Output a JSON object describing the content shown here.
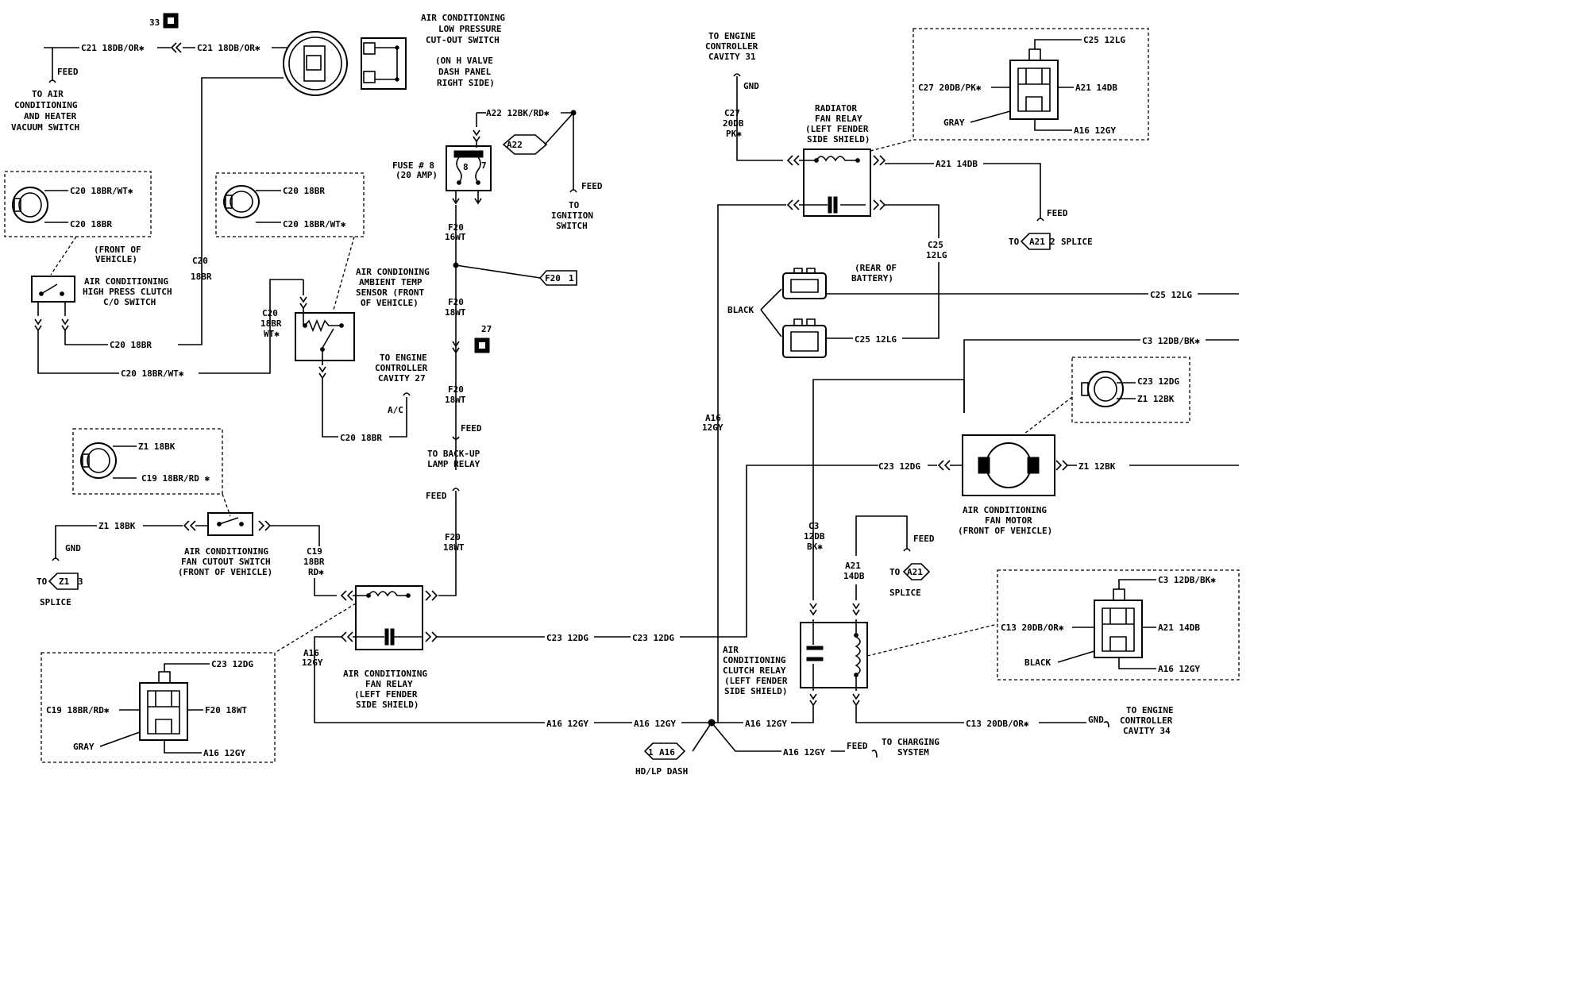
{
  "labels": {
    "ref_33": "33",
    "c21_wire_a": "C21 18DB/OR✱",
    "c21_wire_b": "C21 18DB/OR✱",
    "feed_top_left": "FEED",
    "vac_switch_1": "TO AIR",
    "vac_switch_2": "CONDITIONING",
    "vac_switch_3": "AND HEATER",
    "vac_switch_4": "VACUUM SWITCH",
    "lp_switch_1": "AIR CONDITIONING",
    "lp_switch_2": "LOW PRESSURE",
    "lp_switch_3": "CUT-OUT SWITCH",
    "lp_loc_1": "(ON H VALVE",
    "lp_loc_2": "DASH PANEL",
    "lp_loc_3": "RIGHT SIDE)",
    "hp_conn_c20a": "C20 18BR/WT✱",
    "hp_conn_c20b": "C20 18BR",
    "front_veh_1": "(FRONT OF",
    "front_veh_2": "VEHICLE)",
    "hp_switch_1": "AIR CONDITIONING",
    "hp_switch_2": "HIGH PRESS CLUTCH",
    "hp_switch_3": "C/O SWITCH",
    "c20_v1": "C20",
    "c20_v2": "18BR",
    "c20_bottom_a": "C20 18BR",
    "c20_bottom_b": "C20 18BR/WT✱",
    "amb_conn_c20a": "C20 18BR",
    "amb_conn_c20b": "C20 18BR/WT✱",
    "c20_ambient_1": "C20",
    "c20_ambient_2": "18BR",
    "c20_ambient_3": "WT✱",
    "amb_1": "AIR CONDIONING",
    "amb_2": "AMBIENT TEMP",
    "amb_3": "SENSOR (FRONT",
    "amb_4": "OF VEHICLE)",
    "c20_to_ecu": "C20 18BR",
    "ecu27_1": "TO ENGINE",
    "ecu27_2": "CONTROLLER",
    "ecu27_3": "CAVITY 27",
    "ac_label": "A/C",
    "a22_wire": "A22 12BK/RD✱",
    "a22_diamond": "A22",
    "fuse_1": "FUSE # 8",
    "fuse_2": "(20 AMP)",
    "fuse_pin8": "8",
    "fuse_pin7": "7",
    "feed_ign": "FEED",
    "ign_1": "TO",
    "ign_2": "IGNITION",
    "ign_3": "SWITCH",
    "f20_a1": "F20",
    "f20_a2": "16WT",
    "f20_diamond": "F20",
    "f20_diamond_n": "1",
    "f20_b1": "F20",
    "f20_b2": "18WT",
    "ref_27": "27",
    "f20_c1": "F20",
    "f20_c2": "18WT",
    "feed_backup": "FEED",
    "backup_1": "TO BACK-UP",
    "backup_2": "LAMP RELAY",
    "feed_mid": "FEED",
    "f20_d1": "F20",
    "f20_d2": "18WT",
    "fc_conn_z1": "Z1 18BK",
    "fc_conn_c19": "C19 18BR/RD ✱",
    "z1_wire": "Z1 18BK",
    "gnd_left": "GND",
    "splice_to": "TO",
    "z1_diamond": "Z1",
    "z1_diamond_n": "3",
    "splice_word": "SPLICE",
    "fcs_1": "AIR CONDITIONING",
    "fcs_2": "FAN CUTOUT SWITCH",
    "fcs_3": "(FRONT OF VEHICLE)",
    "c19_1": "C19",
    "c19_2": "18BR",
    "c19_3": "RD✱",
    "a16_v1": "A16",
    "a16_v2": "12GY",
    "acfr_1": "AIR CONDITIONING",
    "acfr_2": "FAN RELAY",
    "acfr_3": "(LEFT FENDER",
    "acfr_4": "SIDE SHIELD)",
    "c23_wire_a": "C23 12DG",
    "c23_wire_b": "C23 12DG",
    "a16_bot_a": "A16 12GY",
    "a16_bot_b": "A16 12GY",
    "blc_c23": "C23 12DG",
    "blc_c19": "C19 18BR/RD✱",
    "blc_f20": "F20 18WT",
    "blc_gray": "GRAY",
    "blc_a16": "A16 12GY",
    "ecu31_1": "TO ENGINE",
    "ecu31_2": "CONTROLLER",
    "ecu31_3": "CAVITY 31",
    "gnd_31": "GND",
    "c27_1": "C27",
    "c27_2": "20DB",
    "c27_3": "PK✱",
    "rfr_1": "RADIATOR",
    "rfr_2": "FAN RELAY",
    "rfr_3": "(LEFT FENDER",
    "rfr_4": "SIDE SHIELD)",
    "a21_wire": "A21 14DB",
    "feed_a21": "FEED",
    "splice_to2": "TO",
    "a21_diamond": "A21",
    "a21_diamond_n": "2",
    "splice_word2": "SPLICE",
    "trc_c25": "C25 12LG",
    "trc_c27": "C27 20DB/PK✱",
    "trc_a21": "A21 14DB",
    "trc_gray": "GRAY",
    "trc_a16": "A16 12GY",
    "c25_v1": "C25",
    "c25_v2": "12LG",
    "rear_batt_1": "(REAR OF",
    "rear_batt_2": "BATTERY)",
    "black_conn": "BLACK",
    "c25_right": "C25 12LG",
    "c25_mid": "C25 12LG",
    "c3_right": "C3 12DB/BK✱",
    "a16_v3": "A16",
    "a16_v4": "12GY",
    "fm_conn_c23": "C23 12DG",
    "fm_conn_z1": "Z1 12BK",
    "c23_fan": "C23 12DG",
    "z1_fan": "Z1 12BK",
    "fm_1": "AIR CONDITIONING",
    "fm_2": "FAN MOTOR",
    "fm_3": "(FRONT OF VEHICLE)",
    "c3_v1": "C3",
    "c3_v2": "12DB",
    "c3_v3": "BK✱",
    "a21_v1": "A21",
    "a21_v2": "14DB",
    "feed_clutch": "FEED",
    "splice_to3": "TO",
    "a21_diamond2": "A21",
    "splice_word3": "SPLICE",
    "accr_1": "AIR",
    "accr_2": "CONDITIONING",
    "accr_3": "CLUTCH RELAY",
    "accr_4": "(LEFT FENDER",
    "accr_5": "SIDE SHIELD)",
    "brc_c3": "C3 12DB/BK✱",
    "brc_c13": "C13 20DB/OR✱",
    "brc_a21": "A21 14DB",
    "brc_black": "BLACK",
    "brc_a16": "A16 12GY",
    "a16_clutch": "A16 12GY",
    "a16_final": "A16 12GY",
    "feed_charge": "FEED",
    "charge_1": "TO CHARGING",
    "charge_2": "SYSTEM",
    "c13_wire": "C13 20DB/OR✱",
    "gnd_34": "GND",
    "ecu34_1": "TO ENGINE",
    "ecu34_2": "CONTROLLER",
    "ecu34_3": "CAVITY 34",
    "hd_a16": "A16",
    "hd_n": "1",
    "hd_lp": "HD/LP DASH"
  }
}
